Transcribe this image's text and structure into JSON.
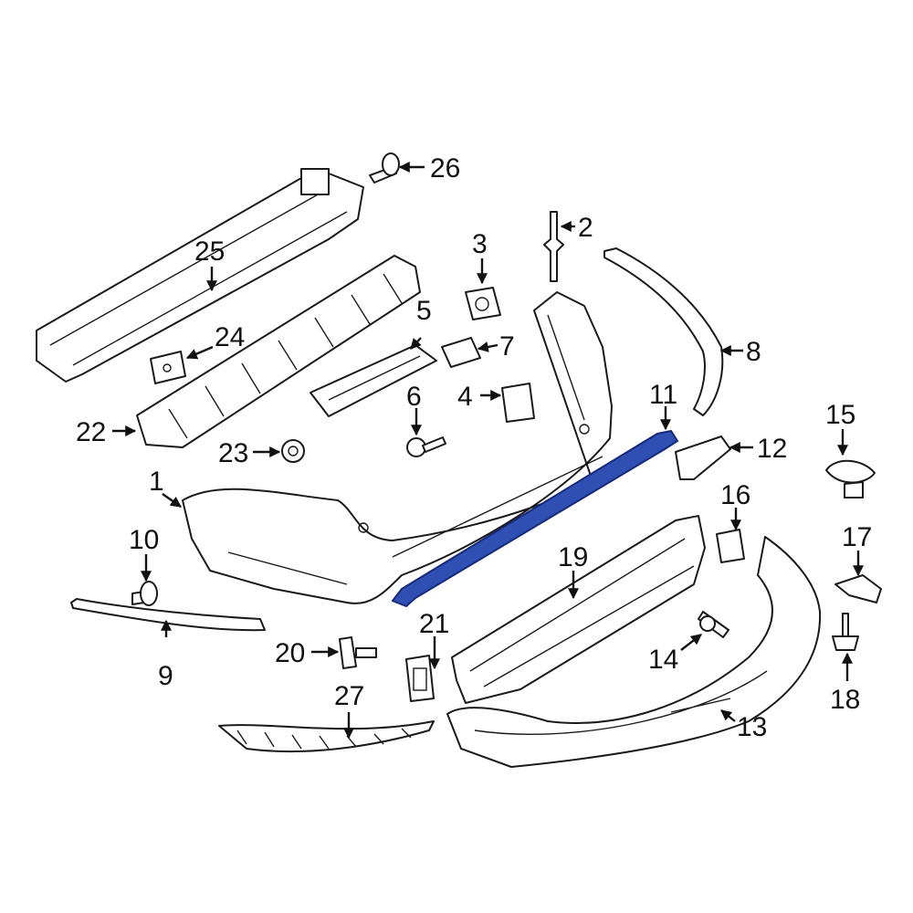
{
  "colors": {
    "line": "#1a1a1a",
    "highlight": "#2f4fb3",
    "background": "#ffffff"
  },
  "callouts": [
    {
      "id": "c1",
      "label": "1"
    },
    {
      "id": "c2",
      "label": "2"
    },
    {
      "id": "c3",
      "label": "3"
    },
    {
      "id": "c4",
      "label": "4"
    },
    {
      "id": "c5",
      "label": "5"
    },
    {
      "id": "c6",
      "label": "6"
    },
    {
      "id": "c7",
      "label": "7"
    },
    {
      "id": "c8",
      "label": "8"
    },
    {
      "id": "c9",
      "label": "9"
    },
    {
      "id": "c10",
      "label": "10"
    },
    {
      "id": "c11",
      "label": "11"
    },
    {
      "id": "c12",
      "label": "12"
    },
    {
      "id": "c13",
      "label": "13"
    },
    {
      "id": "c14",
      "label": "14"
    },
    {
      "id": "c15",
      "label": "15"
    },
    {
      "id": "c16",
      "label": "16"
    },
    {
      "id": "c17",
      "label": "17"
    },
    {
      "id": "c18",
      "label": "18"
    },
    {
      "id": "c19",
      "label": "19"
    },
    {
      "id": "c20",
      "label": "20"
    },
    {
      "id": "c21",
      "label": "21"
    },
    {
      "id": "c22",
      "label": "22"
    },
    {
      "id": "c23",
      "label": "23"
    },
    {
      "id": "c24",
      "label": "24"
    },
    {
      "id": "c25",
      "label": "25"
    },
    {
      "id": "c26",
      "label": "26"
    },
    {
      "id": "c27",
      "label": "27"
    }
  ]
}
